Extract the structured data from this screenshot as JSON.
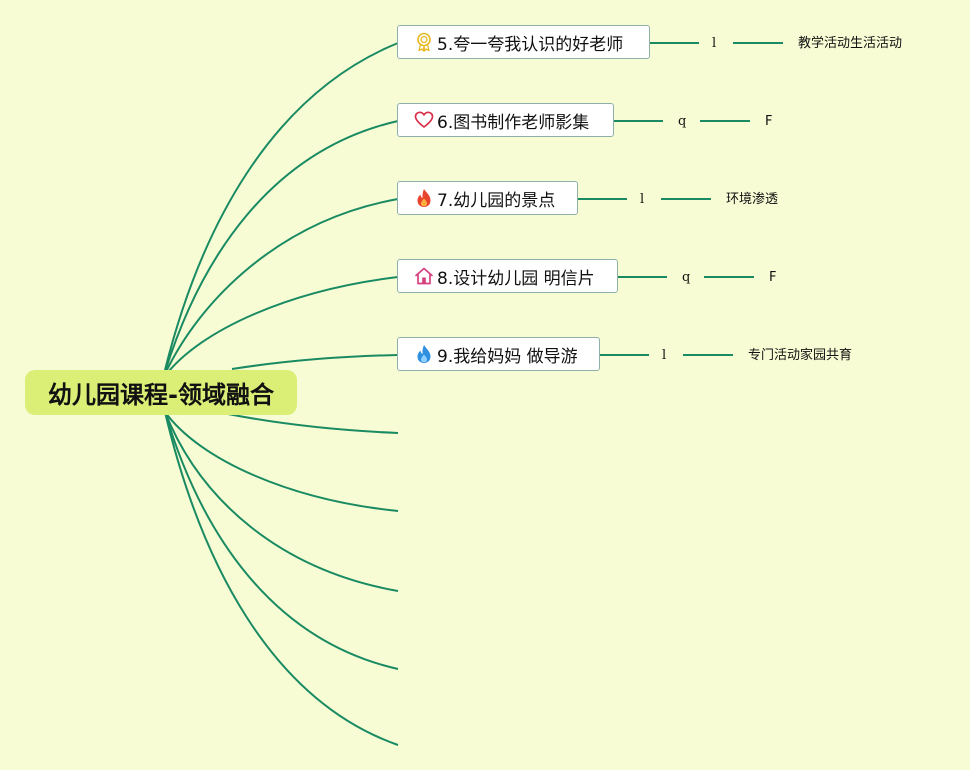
{
  "colors": {
    "background": "#f7fcd4",
    "root_fill": "#dbef77",
    "edge": "#1a8a62",
    "node_border": "#8fb0aa",
    "node_fill": "#ffffff"
  },
  "root": {
    "title": "幼儿园课程-领域融合"
  },
  "branches": [
    {
      "label": "5.夸一夸我认识的好老师",
      "icon": "award-medal-icon",
      "middle": "l",
      "leaf": "教学活动生活活动"
    },
    {
      "label": "6.图书制作老师影集",
      "icon": "heart-outline-icon",
      "middle": "q",
      "leaf": "F"
    },
    {
      "label": "7.幼儿园的景点",
      "icon": "fire-icon",
      "middle": "l",
      "leaf": "环境渗透"
    },
    {
      "label": "8.设计幼儿园 明信片",
      "icon": "house-icon",
      "middle": "q",
      "leaf": "F"
    },
    {
      "label": "9.我给妈妈 做导游",
      "icon": "water-drop-icon",
      "middle": "l",
      "leaf": "专门活动家园共育"
    }
  ]
}
